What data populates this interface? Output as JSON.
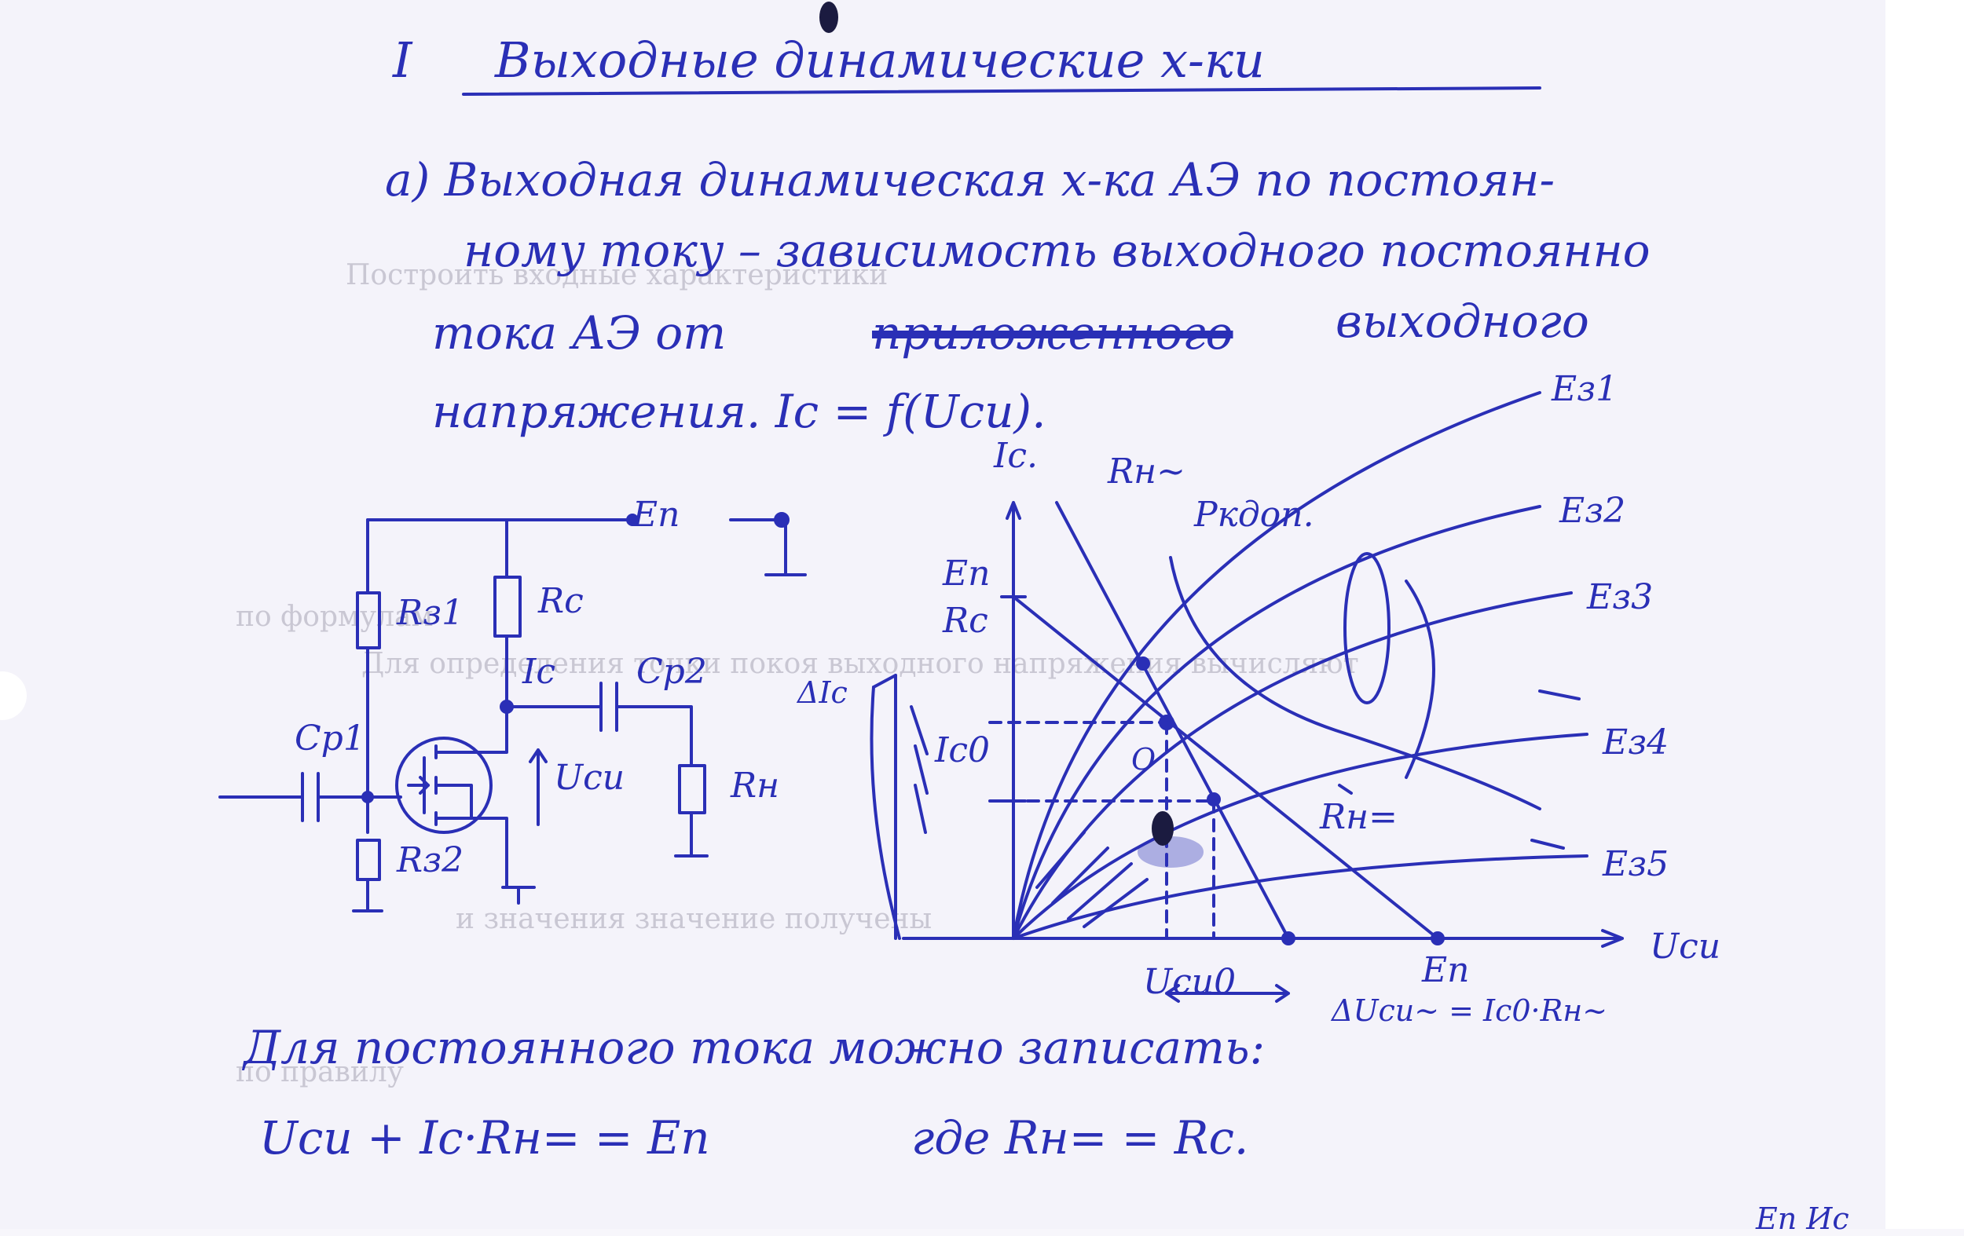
{
  "colors": {
    "paper": "#f4f3fa",
    "ink": "#2a2fb6",
    "faint_print": "#c9c7d3"
  },
  "title": {
    "number": "I",
    "text": "Выходные динамические х-ки"
  },
  "definition": {
    "line1": "а) Выходная динамическая х-ка АЭ по постоян-",
    "line2": "ному току – зависимость выходного постоянно",
    "line3_start": "тока АЭ от",
    "line3_struck": "приложенного",
    "line3_end": "выходного",
    "line4": "напряжения. Iс = f(Uси)."
  },
  "circuit_labels": {
    "supply": "En",
    "rz1": "Rз1",
    "rc": "Rc",
    "ic": "Ic",
    "cp2": "Cp2",
    "cp1": "Cp1",
    "uci": "Uси",
    "rh": "Rн",
    "rz2": "Rз2"
  },
  "graph_labels": {
    "y_axis": "Ic.",
    "x_axis": "Uси",
    "rm_tilde": "Rн~",
    "pk_max": "Pкдоп.",
    "en_over_rc_num": "En",
    "en_over_rc_den": "Rc",
    "delta_ic": "ΔIс",
    "ic0": "Ic0",
    "point_o": "O",
    "rn_dc": "Rн=",
    "uci0": "Uси0",
    "en_x": "En",
    "delta_uci": "ΔUси~ = Ic0·Rн~",
    "curves": [
      "Eз1",
      "Eз2",
      "Eз3",
      "Eз4",
      "Eз5"
    ]
  },
  "conclusion": {
    "line1": "Для постоянного тока можно записать:",
    "formula": "Uси + Iс·Rн= = En",
    "where": "где Rн= = Rc."
  },
  "corner_mark": "Eп Ис",
  "print_through": {
    "line1": "Построить входные характеристики",
    "line2": "по формулам",
    "line3": "Для определения точки покоя выходного напряжения вычисляют",
    "line4": "и значения значение получены",
    "line5": "по правилу"
  }
}
